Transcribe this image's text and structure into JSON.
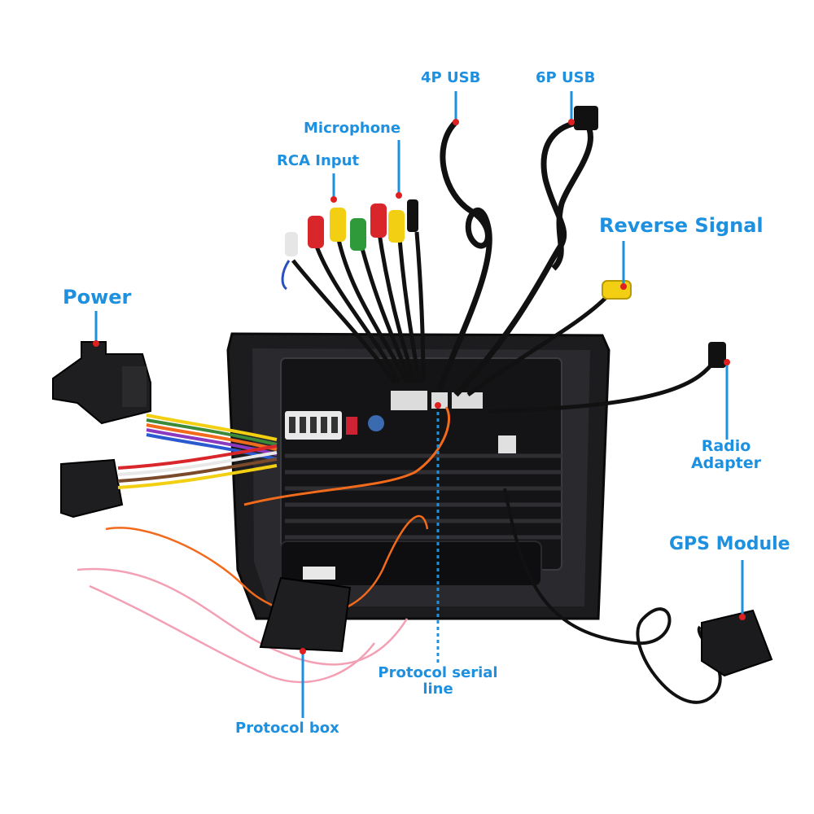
{
  "labels": {
    "usb4p": "4P USB",
    "usb6p": "6P USB",
    "microphone": "Microphone",
    "rca_input": "RCA Input",
    "reverse_signal": "Reverse Signal",
    "power": "Power",
    "radio_adapter_line1": "Radio",
    "radio_adapter_line2": "Adapter",
    "gps_module": "GPS Module",
    "protocol_serial_line1": "Protocol serial",
    "protocol_serial_line2": "line",
    "protocol_box": "Protocol box"
  },
  "colors": {
    "label": "#1e90e0",
    "pointer_dot": "#e02020",
    "unit_body": "#1c1c1f",
    "cable": "#111111",
    "rca_red": "#d8262a",
    "rca_yellow": "#f2cf12",
    "rca_green": "#2f9a3a",
    "wire_orange": "#f26a1b",
    "wire_pink": "#f4a0b4"
  },
  "icons": [
    "pointer-dot-icon"
  ]
}
